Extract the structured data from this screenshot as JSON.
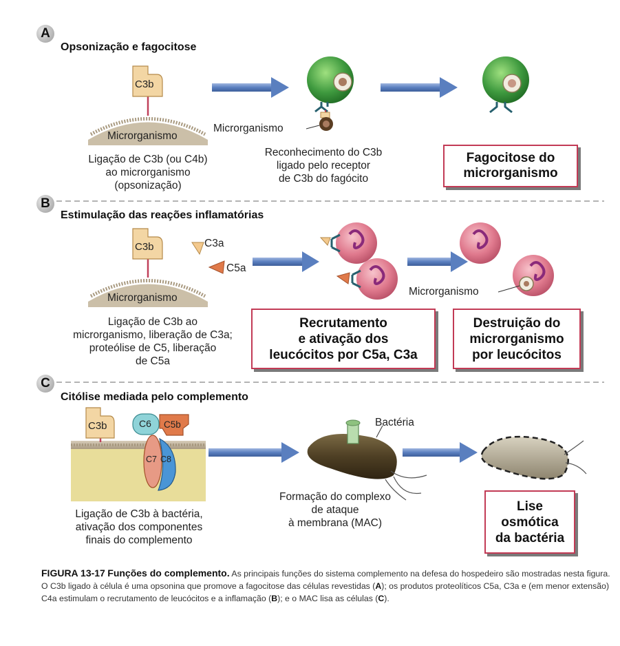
{
  "panels": {
    "a": {
      "letter": "A",
      "title": "Opsonização e fagocitose",
      "protein": "C3b",
      "membrane": "Microrganismo",
      "desc": [
        "Ligação de C3b (ou C4b)",
        "ao microrganismo",
        "(opsonização)"
      ],
      "microbe_label": "Microrganismo",
      "mid_desc": [
        "Reconhecimento do C3b",
        "ligado pelo receptor",
        "de C3b do fagócito"
      ],
      "result": [
        "Fagocitose do",
        "microrganismo"
      ]
    },
    "b": {
      "letter": "B",
      "title": "Estimulação das reações inflamatórias",
      "protein": "C3b",
      "membrane": "Microrganismo",
      "frag1": "C3a",
      "frag2": "C5a",
      "desc": [
        "Ligação de C3b ao",
        "microrganismo, liberação de C3a;",
        "proteólise de C5, liberação",
        "de C5a"
      ],
      "result1": [
        "Recrutamento",
        "e ativação dos",
        "leucócitos por C5a, C3a"
      ],
      "result2": [
        "Destruição do",
        "microrganismo",
        "por leucócitos"
      ],
      "microbe_label": "Microrganismo"
    },
    "c": {
      "letter": "C",
      "title": "Citólise mediada pelo complemento",
      "protein": "C3b",
      "c6": "C6",
      "c5b": "C5b",
      "c7": "C7",
      "c8": "C8",
      "bacteria_label": "Bactéria",
      "desc": [
        "Ligação de C3b à bactéria,",
        "ativação dos componentes",
        "finais do complemento"
      ],
      "mid_desc": [
        "Formação do complexo",
        "de ataque",
        "à membrana (MAC)"
      ],
      "result": [
        "Lise",
        "osmótica",
        "da bactéria"
      ]
    }
  },
  "caption": {
    "fig": "FIGURA 13-17",
    "fig_title": "Funções do complemento.",
    "t1": " As principais funções do sistema complemento na defesa do hospedeiro são mostradas nesta figura. O C3b ligado à célula é uma opsonina que promove a fagocitose das células revestidas (",
    "A": "A",
    "t2": "); os produtos proteolíticos C5a, C3a e (em menor extensão) C4a estimulam o recrutamento de leucócitos e a inflamação (",
    "B": "B",
    "t3": "); e o MAC lisa as células (",
    "C": "C",
    "t4": ")."
  },
  "colors": {
    "arrow": "#5a7fbf",
    "box_border": "#c23a55",
    "protein": "#f3d6a4",
    "membrane": "#cfc2ad",
    "phagocyte": "#3f9a3f",
    "neutrophil": "#e38b9b"
  }
}
